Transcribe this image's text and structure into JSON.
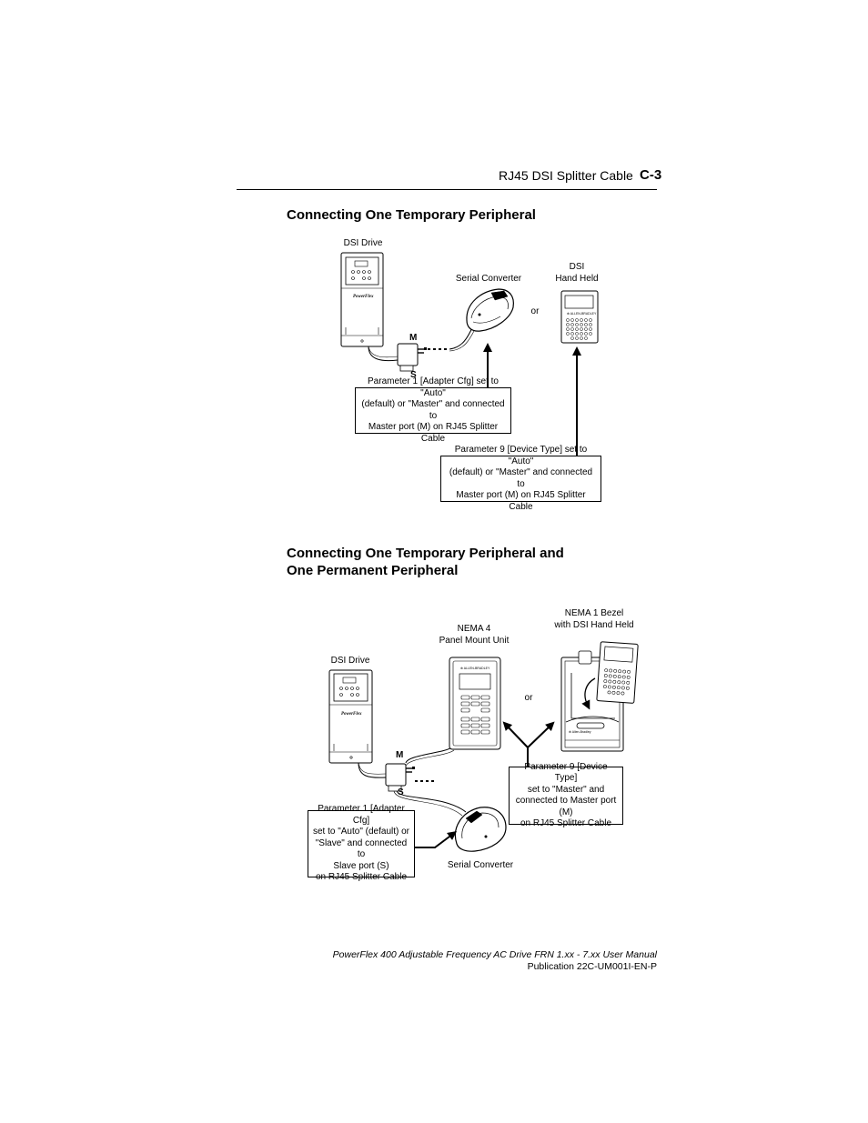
{
  "header": {
    "section_title": "RJ45 DSI Splitter Cable",
    "page_number": "C-3"
  },
  "section1": {
    "heading": "Connecting One Temporary Peripheral",
    "labels": {
      "dsi_drive": "DSI Drive",
      "serial_converter": "Serial Converter",
      "dsi_hand_held": "DSI\nHand Held",
      "or": "or",
      "port_m": "M",
      "port_s": "S"
    },
    "callout_param1": "Parameter 1 [Adapter Cfg] set to \"Auto\"\n(default) or \"Master\" and connected to\nMaster port (M) on RJ45 Splitter Cable",
    "callout_param9": "Parameter 9 [Device Type] set to \"Auto\"\n(default) or \"Master\" and connected to\nMaster port (M) on RJ45 Splitter Cable"
  },
  "section2": {
    "heading": "Connecting One Temporary Peripheral and\nOne Permanent Peripheral",
    "labels": {
      "dsi_drive": "DSI Drive",
      "nema4": "NEMA 4\nPanel Mount Unit",
      "nema1": "NEMA 1 Bezel\nwith DSI Hand Held",
      "or": "or",
      "serial_converter": "Serial Converter",
      "port_m": "M",
      "port_s": "S"
    },
    "callout_param9": "Parameter 9 [Device Type]\nset to \"Master\" and\nconnected to Master port (M)\non RJ45 Splitter Cable",
    "callout_param1": "Parameter 1 [Adapter Cfg]\nset to \"Auto\" (default) or\n\"Slave\" and connected to\nSlave port (S)\non RJ45 Splitter Cable"
  },
  "footer": {
    "manual_title": "PowerFlex 400 Adjustable Frequency AC Drive FRN 1.xx - 7.xx User Manual",
    "publication": "Publication 22C-UM001I-EN-P"
  }
}
